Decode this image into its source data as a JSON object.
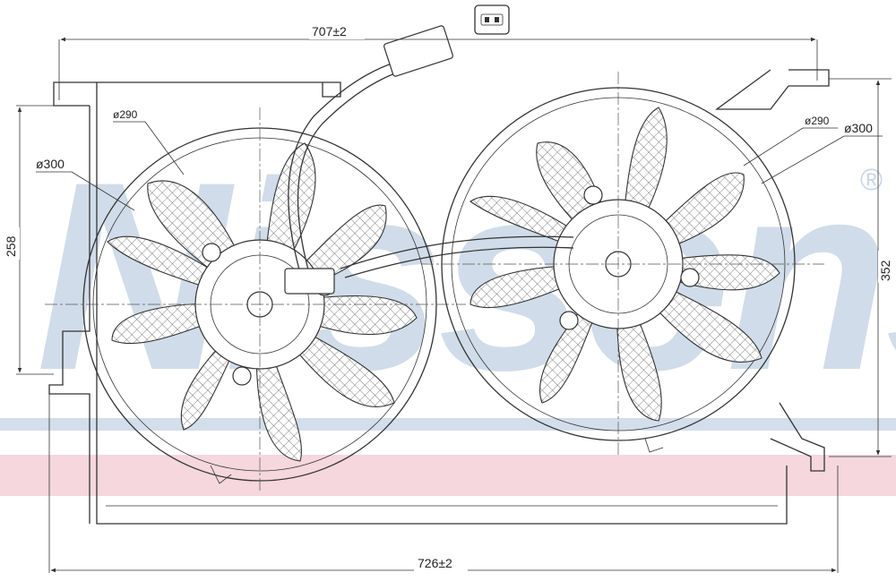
{
  "watermark": {
    "brand": "Nissens",
    "registered_mark": "®",
    "band_blue": "#c8d6e6",
    "band_pink": "#f2c9d1"
  },
  "dimensions": {
    "top_width": "707±2",
    "bottom_width": "726±2",
    "left_height": "258",
    "right_height": "352",
    "left_fan": {
      "shroud_diameter": "ø300",
      "blade_diameter": "ø290"
    },
    "right_fan": {
      "shroud_diameter": "ø300",
      "blade_diameter": "ø290"
    }
  },
  "icons": {
    "connector": "connector-plug-icon"
  }
}
